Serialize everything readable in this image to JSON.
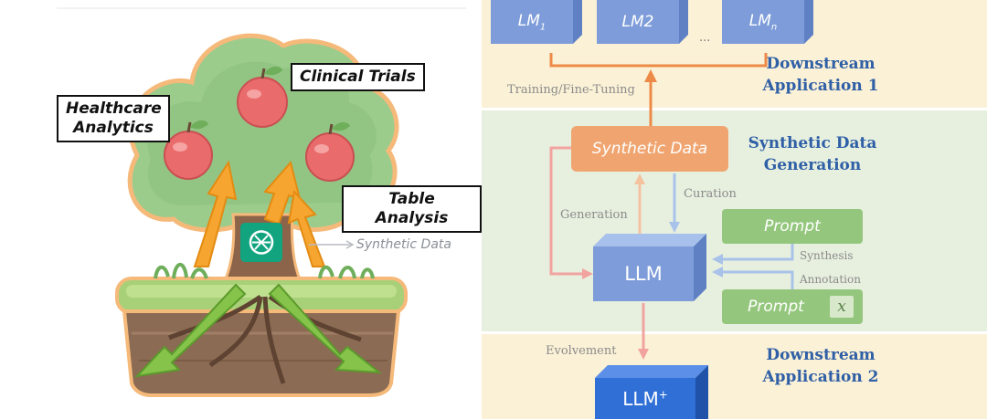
{
  "left": {
    "callouts": {
      "clinical_trials": "Clinical Trials",
      "healthcare_analytics": "Healthcare Analytics",
      "table_analysis": "Table Analysis"
    },
    "synthetic_data_label": "Synthetic Data",
    "logo_icon": "openai-logo-icon",
    "colors": {
      "foliage": "#9cc98a",
      "apple": "#e9686a",
      "trunk": "#8a6248",
      "grass": "#a6cf73",
      "soil": "#8b6a53",
      "up_arrow": "#f6a530",
      "down_arrow": "#86c34a"
    }
  },
  "right": {
    "top": {
      "lm_boxes": [
        "LM",
        "LM2",
        "LM"
      ],
      "lm_subscripts": [
        "1",
        "",
        "n"
      ],
      "ellipsis": "...",
      "training_label": "Training/Fine-Tuning",
      "title": "Downstream Application 1"
    },
    "middle": {
      "synthetic_data_box": "Synthetic Data",
      "title": "Synthetic Data Generation",
      "generation_label": "Generation",
      "curation_label": "Curation",
      "llm_box": "LLM",
      "prompt_box": "Prompt",
      "prompt_x_box": "Prompt",
      "prompt_x_symbol": "x",
      "synthesis_label": "Synthesis",
      "annotation_label": "Annotation"
    },
    "bottom": {
      "evolvement_label": "Evolvement",
      "llm_plus_box": "LLM",
      "llm_plus_sup": "+",
      "title": "Downstream Application 2"
    },
    "colors": {
      "band_cream": "#fbf1d6",
      "band_green": "#e7f0df",
      "blue_box": "#7d9cd9",
      "orange_box": "#f0a570",
      "green_box": "#94c77d",
      "deep_blue": "#2f6fd6",
      "title_blue": "#2f5fa6"
    }
  }
}
